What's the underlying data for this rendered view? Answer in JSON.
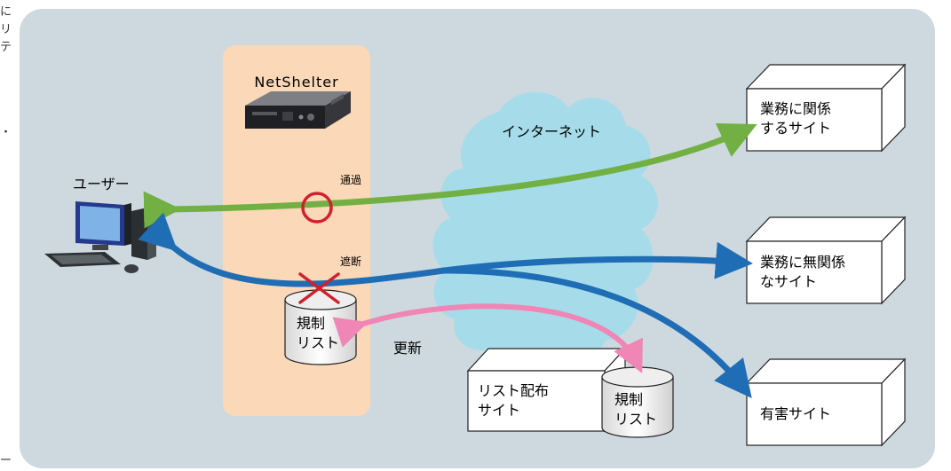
{
  "product": {
    "name": "NetShelter"
  },
  "user": {
    "label": "ユーザー"
  },
  "internet": {
    "label": "インターネット"
  },
  "status": {
    "pass": "通過",
    "block": "遮断"
  },
  "update": {
    "label": "更新"
  },
  "local_list": {
    "line1": "規制",
    "line2": "リスト"
  },
  "remote_list": {
    "line1": "規制",
    "line2": "リスト"
  },
  "dist_site": {
    "line1": "リスト配布",
    "line2": "サイト"
  },
  "sites": {
    "related": {
      "line1": "業務に関係",
      "line2": "するサイト"
    },
    "unrelated": {
      "line1": "業務に無関係",
      "line2": "なサイト"
    },
    "harmful": {
      "line1": "有害サイト"
    }
  },
  "cutoff_text": [
    "に",
    "リ",
    "テ",
    "・",
    "ー"
  ],
  "colors": {
    "background_panel": "#cdd9de",
    "appliance_panel": "#fbd8b7",
    "internet_cloud": "#a6dcea",
    "pass_arrow": "#72b043",
    "block_arrow": "#1f6db5",
    "update_arrow": "#ef86b6",
    "mark_red": "#d0202e"
  }
}
